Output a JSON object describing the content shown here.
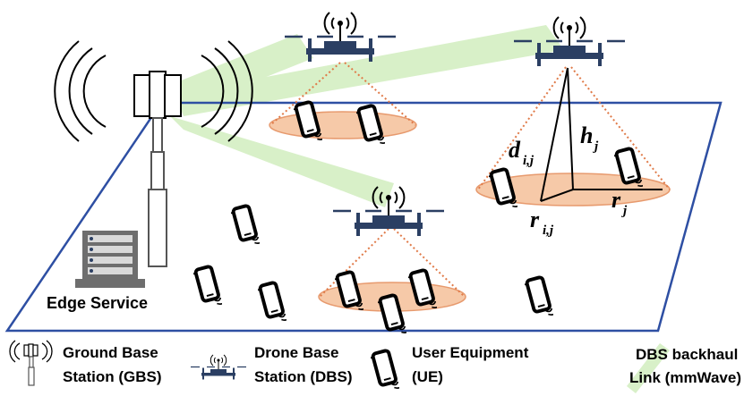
{
  "labels": {
    "edge_service": "Edge Service",
    "d_main": "d",
    "d_sub": "i,j",
    "h_main": "h",
    "h_sub": "j",
    "r_main": "r",
    "r_sub": "j",
    "rij_main": "r",
    "rij_sub": "i,j"
  },
  "legend": {
    "gbs_line1": "Ground Base",
    "gbs_line2": "Station (GBS)",
    "dbs_line1": "Drone Base",
    "dbs_line2": "Station (DBS)",
    "ue_line1": "User Equipment",
    "ue_line2": "(UE)",
    "link_line1": "DBS backhaul",
    "link_line2": "Link (mmWave)"
  },
  "colors": {
    "ground_plane": "#2e4fa3",
    "beam": "#d8f0c8",
    "coverage_fill": "#f6c9a8",
    "coverage_stroke": "#e79a6e",
    "cone": "#e07a48",
    "drone": "#2b3f63",
    "tower": "#555555"
  }
}
